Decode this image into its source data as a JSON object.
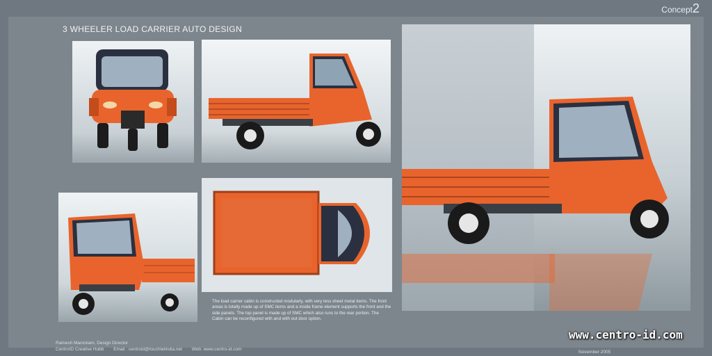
{
  "concept": {
    "label": "Concept",
    "number": "2"
  },
  "title": "3 WHEELER  LOAD CARRIER AUTO DESIGN",
  "description": "The load carrier cabin is constructed modularly, with very less sheet metal items. The front areas is totally made up of SMC items and a inside frame element supports the front and the side panels. The top panel is made up of SMC which also runs to the rear portion. The Cabin can be reconfigured with and with out door option.",
  "footer": {
    "author": "Ramesh Manickam, Design Director",
    "studio": "CentroID Creative Hubb",
    "email": "Email : centroid@touchtelindia.net",
    "web": "Web: www.centro-id.com",
    "date": "November 2005"
  },
  "watermark": "www.centro-id.com",
  "colors": {
    "body_orange": "#e8642c",
    "panel_bg": "#7d868d",
    "cabin_dark": "#2b3040"
  }
}
